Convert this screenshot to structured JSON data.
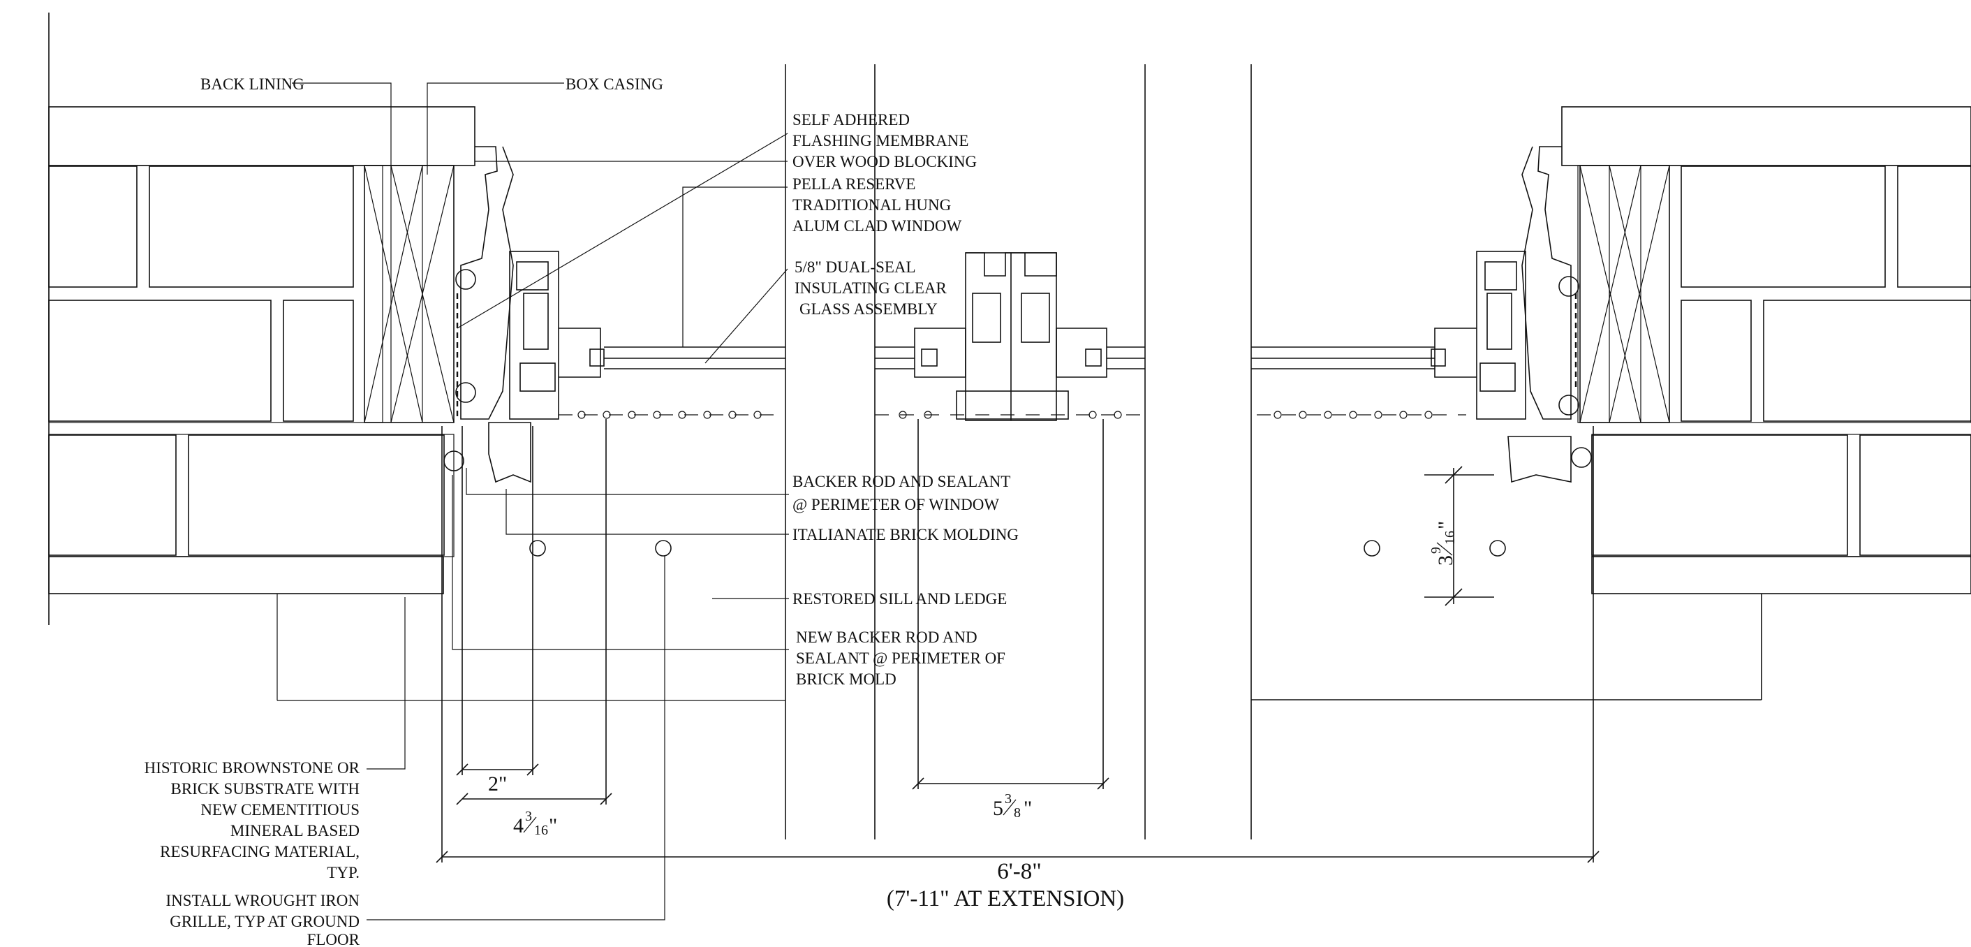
{
  "labels": {
    "back_lining": "BACK LINING",
    "box_casing": "BOX CASING",
    "flashing": [
      "SELF ADHERED",
      "FLASHING MEMBRANE",
      "OVER WOOD BLOCKING"
    ],
    "window": [
      "PELLA RESERVE",
      "TRADITIONAL HUNG",
      "ALUM CLAD WINDOW"
    ],
    "glass": [
      "5/8\" DUAL-SEAL",
      "INSULATING CLEAR",
      "GLASS ASSEMBLY"
    ],
    "backer_rod": [
      "BACKER ROD AND SEALANT",
      "@ PERIMETER OF WINDOW"
    ],
    "brick_molding": "ITALIANATE BRICK MOLDING",
    "restored_sill": "RESTORED SILL AND LEDGE",
    "new_backer": [
      "NEW BACKER ROD AND",
      "SEALANT @ PERIMETER OF",
      "BRICK MOLD"
    ],
    "brownstone": [
      "HISTORIC  BROWNSTONE OR",
      "BRICK  SUBSTRATE WITH",
      "NEW CEMENTITIOUS",
      "MINERAL BASED",
      "RESURFACING MATERIAL,",
      "TYP."
    ],
    "grille": [
      "INSTALL WROUGHT IRON",
      "GRILLE, TYP AT GROUND",
      "FLOOR"
    ]
  },
  "dimensions": {
    "d_2in": "2\"",
    "d_4_whole": "4",
    "d_4_num": "3",
    "d_4_den": "16",
    "d_4_unit": "\"",
    "d_5_whole": "5",
    "d_5_num": "3",
    "d_5_den": "8",
    "d_5_unit": "\"",
    "d_3_whole": "3",
    "d_3_num": "9",
    "d_3_den": "16",
    "d_3_unit": "\"",
    "overall": "6'-8\"",
    "extension": "(7'-11\" AT  EXTENSION)"
  }
}
